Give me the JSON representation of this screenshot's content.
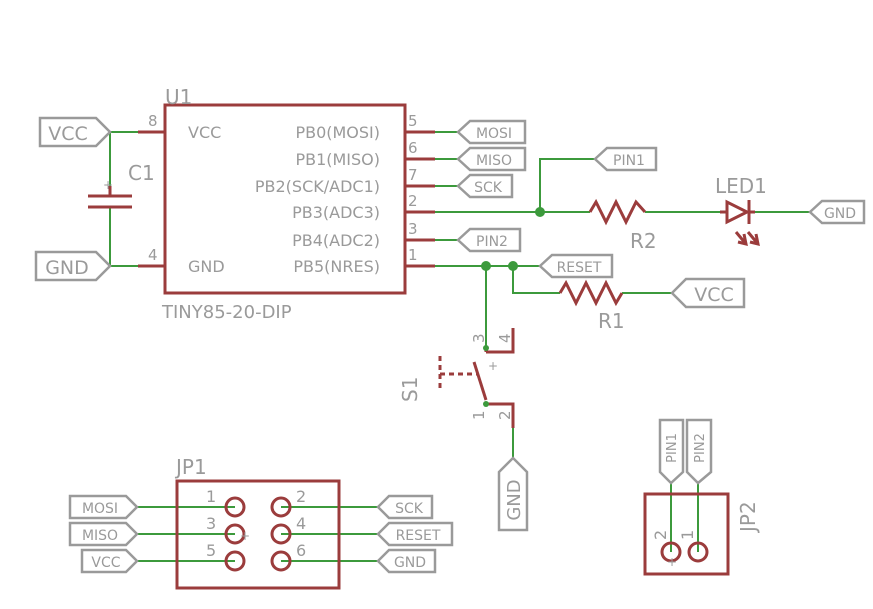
{
  "u1": {
    "ref": "U1",
    "part": "TINY85-20-DIP",
    "pins_left": [
      {
        "name": "VCC",
        "num": "8"
      },
      {
        "name": "GND",
        "num": "4"
      }
    ],
    "pins_right": [
      {
        "name": "PB0(MOSI)",
        "num": "5"
      },
      {
        "name": "PB1(MISO)",
        "num": "6"
      },
      {
        "name": "PB2(SCK/ADC1)",
        "num": "7"
      },
      {
        "name": "PB3(ADC3)",
        "num": "2"
      },
      {
        "name": "PB4(ADC2)",
        "num": "3"
      },
      {
        "name": "PB5(NRES)",
        "num": "1"
      }
    ]
  },
  "c1": {
    "ref": "C1"
  },
  "r1": {
    "ref": "R1"
  },
  "r2": {
    "ref": "R2"
  },
  "led1": {
    "ref": "LED1"
  },
  "s1": {
    "ref": "S1",
    "pins": [
      "1",
      "2",
      "3",
      "4"
    ]
  },
  "jp1": {
    "ref": "JP1",
    "pins": [
      "1",
      "2",
      "3",
      "4",
      "5",
      "6"
    ],
    "left_signals": [
      "MOSI",
      "MISO",
      "VCC"
    ],
    "right_signals": [
      "SCK",
      "RESET",
      "GND"
    ]
  },
  "jp2": {
    "ref": "JP2",
    "pins": [
      "2",
      "1"
    ],
    "signals": [
      "PIN1",
      "PIN2"
    ]
  },
  "nets": {
    "vcc_left": "VCC",
    "gnd_left": "GND",
    "mosi": "MOSI",
    "miso": "MISO",
    "sck": "SCK",
    "pin1": "PIN1",
    "pin2": "PIN2",
    "reset": "RESET",
    "vcc_right": "VCC",
    "gnd_led": "GND",
    "gnd_switch": "GND"
  },
  "colors": {
    "symbol": "#9b3c3c",
    "wire": "#3c9a3c",
    "label": "#9a9a9a"
  }
}
